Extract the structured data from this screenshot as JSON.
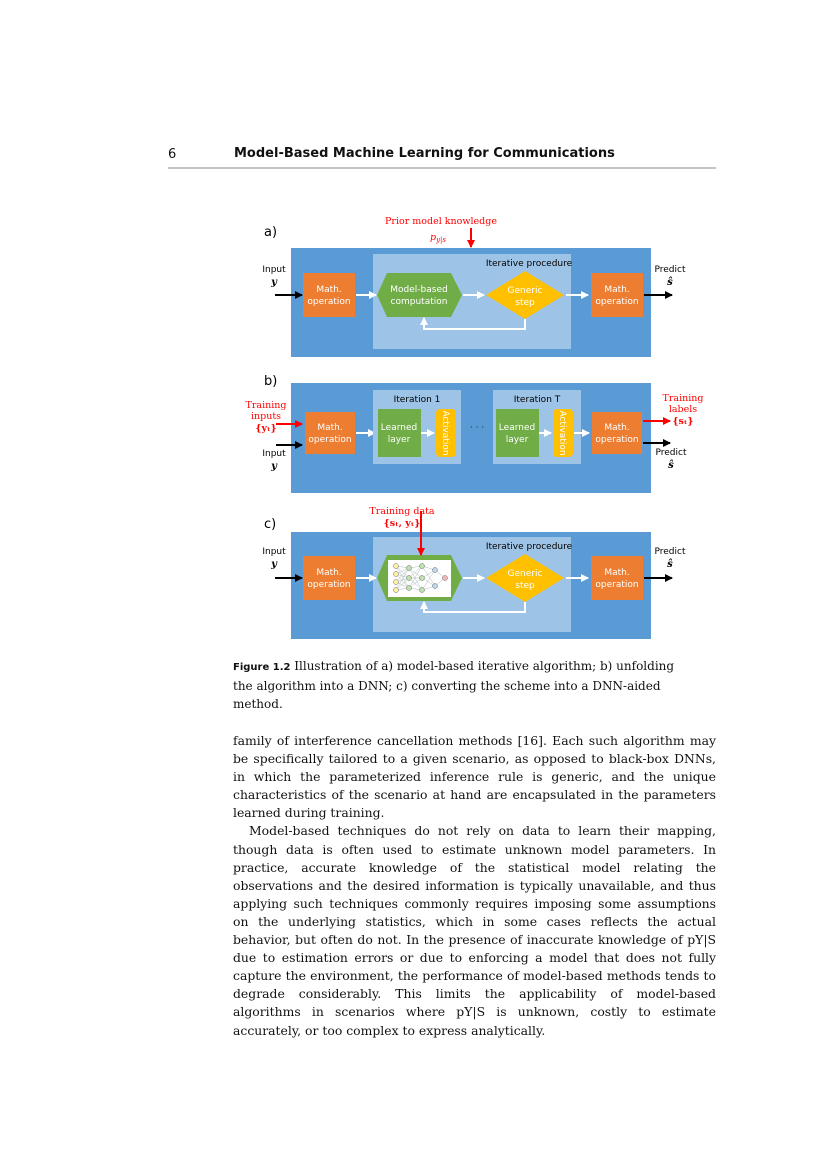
{
  "header": {
    "page_number": "6",
    "title": "Model-Based Machine Learning for Communications"
  },
  "figure": {
    "panel_a": {
      "tag": "a)",
      "prior_label": "Prior model knowledge",
      "prior_symbol": "p",
      "prior_sub": "y|s",
      "input_label": "Input",
      "input_symbol": "y",
      "predict_label": "Predict",
      "predict_symbol": "ŝ",
      "math_left_1": "Math.",
      "math_left_2": "operation",
      "iter_title": "Iterative procedure",
      "model_1": "Model-based",
      "model_2": "computation",
      "generic_1": "Generic",
      "generic_2": "step",
      "math_right_1": "Math.",
      "math_right_2": "operation"
    },
    "panel_b": {
      "tag": "b)",
      "train_in_1": "Training",
      "train_in_2": "inputs",
      "train_in_3": "{yₜ}",
      "input_label": "Input",
      "input_symbol": "y",
      "math_left_1": "Math.",
      "math_left_2": "operation",
      "iter1_title": "Iteration 1",
      "iterT_title": "Iteration T",
      "learned_1": "Learned",
      "learned_2": "layer",
      "activation": "Activation",
      "dots": "· · ·",
      "math_right_1": "Math.",
      "math_right_2": "operation",
      "train_out_1": "Training",
      "train_out_2": "labels",
      "train_out_3": "{sₜ}",
      "predict_label": "Predict",
      "predict_symbol": "ŝ"
    },
    "panel_c": {
      "tag": "c)",
      "data_1": "Training data",
      "data_2": "{sₜ, yₜ}",
      "input_label": "Input",
      "input_symbol": "y",
      "predict_label": "Predict",
      "predict_symbol": "ŝ",
      "math_left_1": "Math.",
      "math_left_2": "operation",
      "iter_title": "Iterative procedure",
      "generic_1": "Generic",
      "generic_2": "step",
      "math_right_1": "Math.",
      "math_right_2": "operation"
    }
  },
  "caption": {
    "label": "Figure 1.2",
    "text": "Illustration of a) model-based iterative algorithm; b) unfolding the algorithm into a DNN; c) converting the scheme into a DNN-aided method."
  },
  "body": {
    "p1": "family of interference cancellation methods [16]. Each such algorithm may be specifically tailored to a given scenario, as opposed to black-box DNNs, in which the parameterized inference rule is generic, and the unique characteristics of the scenario at hand are encapsulated in the parameters learned during training.",
    "p2": "Model-based techniques do not rely on data to learn their mapping, though data is often used to estimate unknown model parameters. In practice, accurate knowledge of the statistical model relating the observations and the desired information is typically unavailable, and thus applying such techniques commonly requires imposing some assumptions on the underlying statistics, which in some cases reflects the actual behavior, but often do not. In the presence of inaccurate knowledge of pY|S due to estimation errors or due to enforcing a model that does not fully capture the environment, the performance of model-based methods tends to degrade considerably. This limits the applicability of model-based algorithms in scenarios where pY|S is unknown, costly to estimate accurately, or too complex to express analytically."
  },
  "colors": {
    "outer_blue": "#5b9bd5",
    "inner_blue": "#9dc3e6",
    "orange": "#ed7d31",
    "green": "#70ad47",
    "yellow": "#ffc000",
    "red": "#ff0000"
  }
}
